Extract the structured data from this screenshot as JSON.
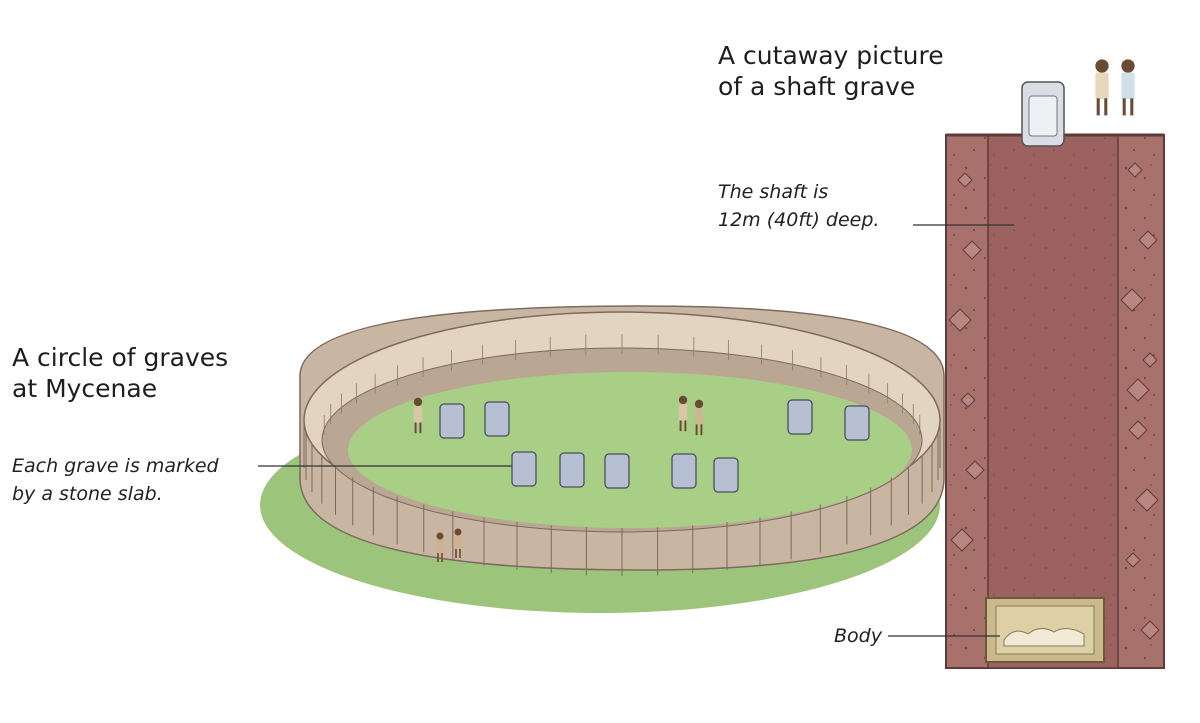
{
  "labels": {
    "cutaway_title": [
      "A cutaway picture",
      "of a shaft grave"
    ],
    "shaft_depth": [
      "The shaft is",
      "12m (40ft) deep."
    ],
    "circle_title": [
      "A circle of graves",
      "at Mycenae"
    ],
    "grave_marker": [
      "Each grave is marked",
      "by a stone slab."
    ],
    "body": "Body"
  },
  "colors": {
    "grass": "#9cc47a",
    "grass_inner": "#a9cf86",
    "wall_stone": "#c9b6a2",
    "wall_top": "#e3d3c1",
    "earth": "#a8716c",
    "shaft": "#9b6260",
    "tombstone": "#b7bfd2",
    "leader_line": "#333333"
  },
  "icons": [
    "tombstone-icon",
    "human-figure-icon"
  ]
}
